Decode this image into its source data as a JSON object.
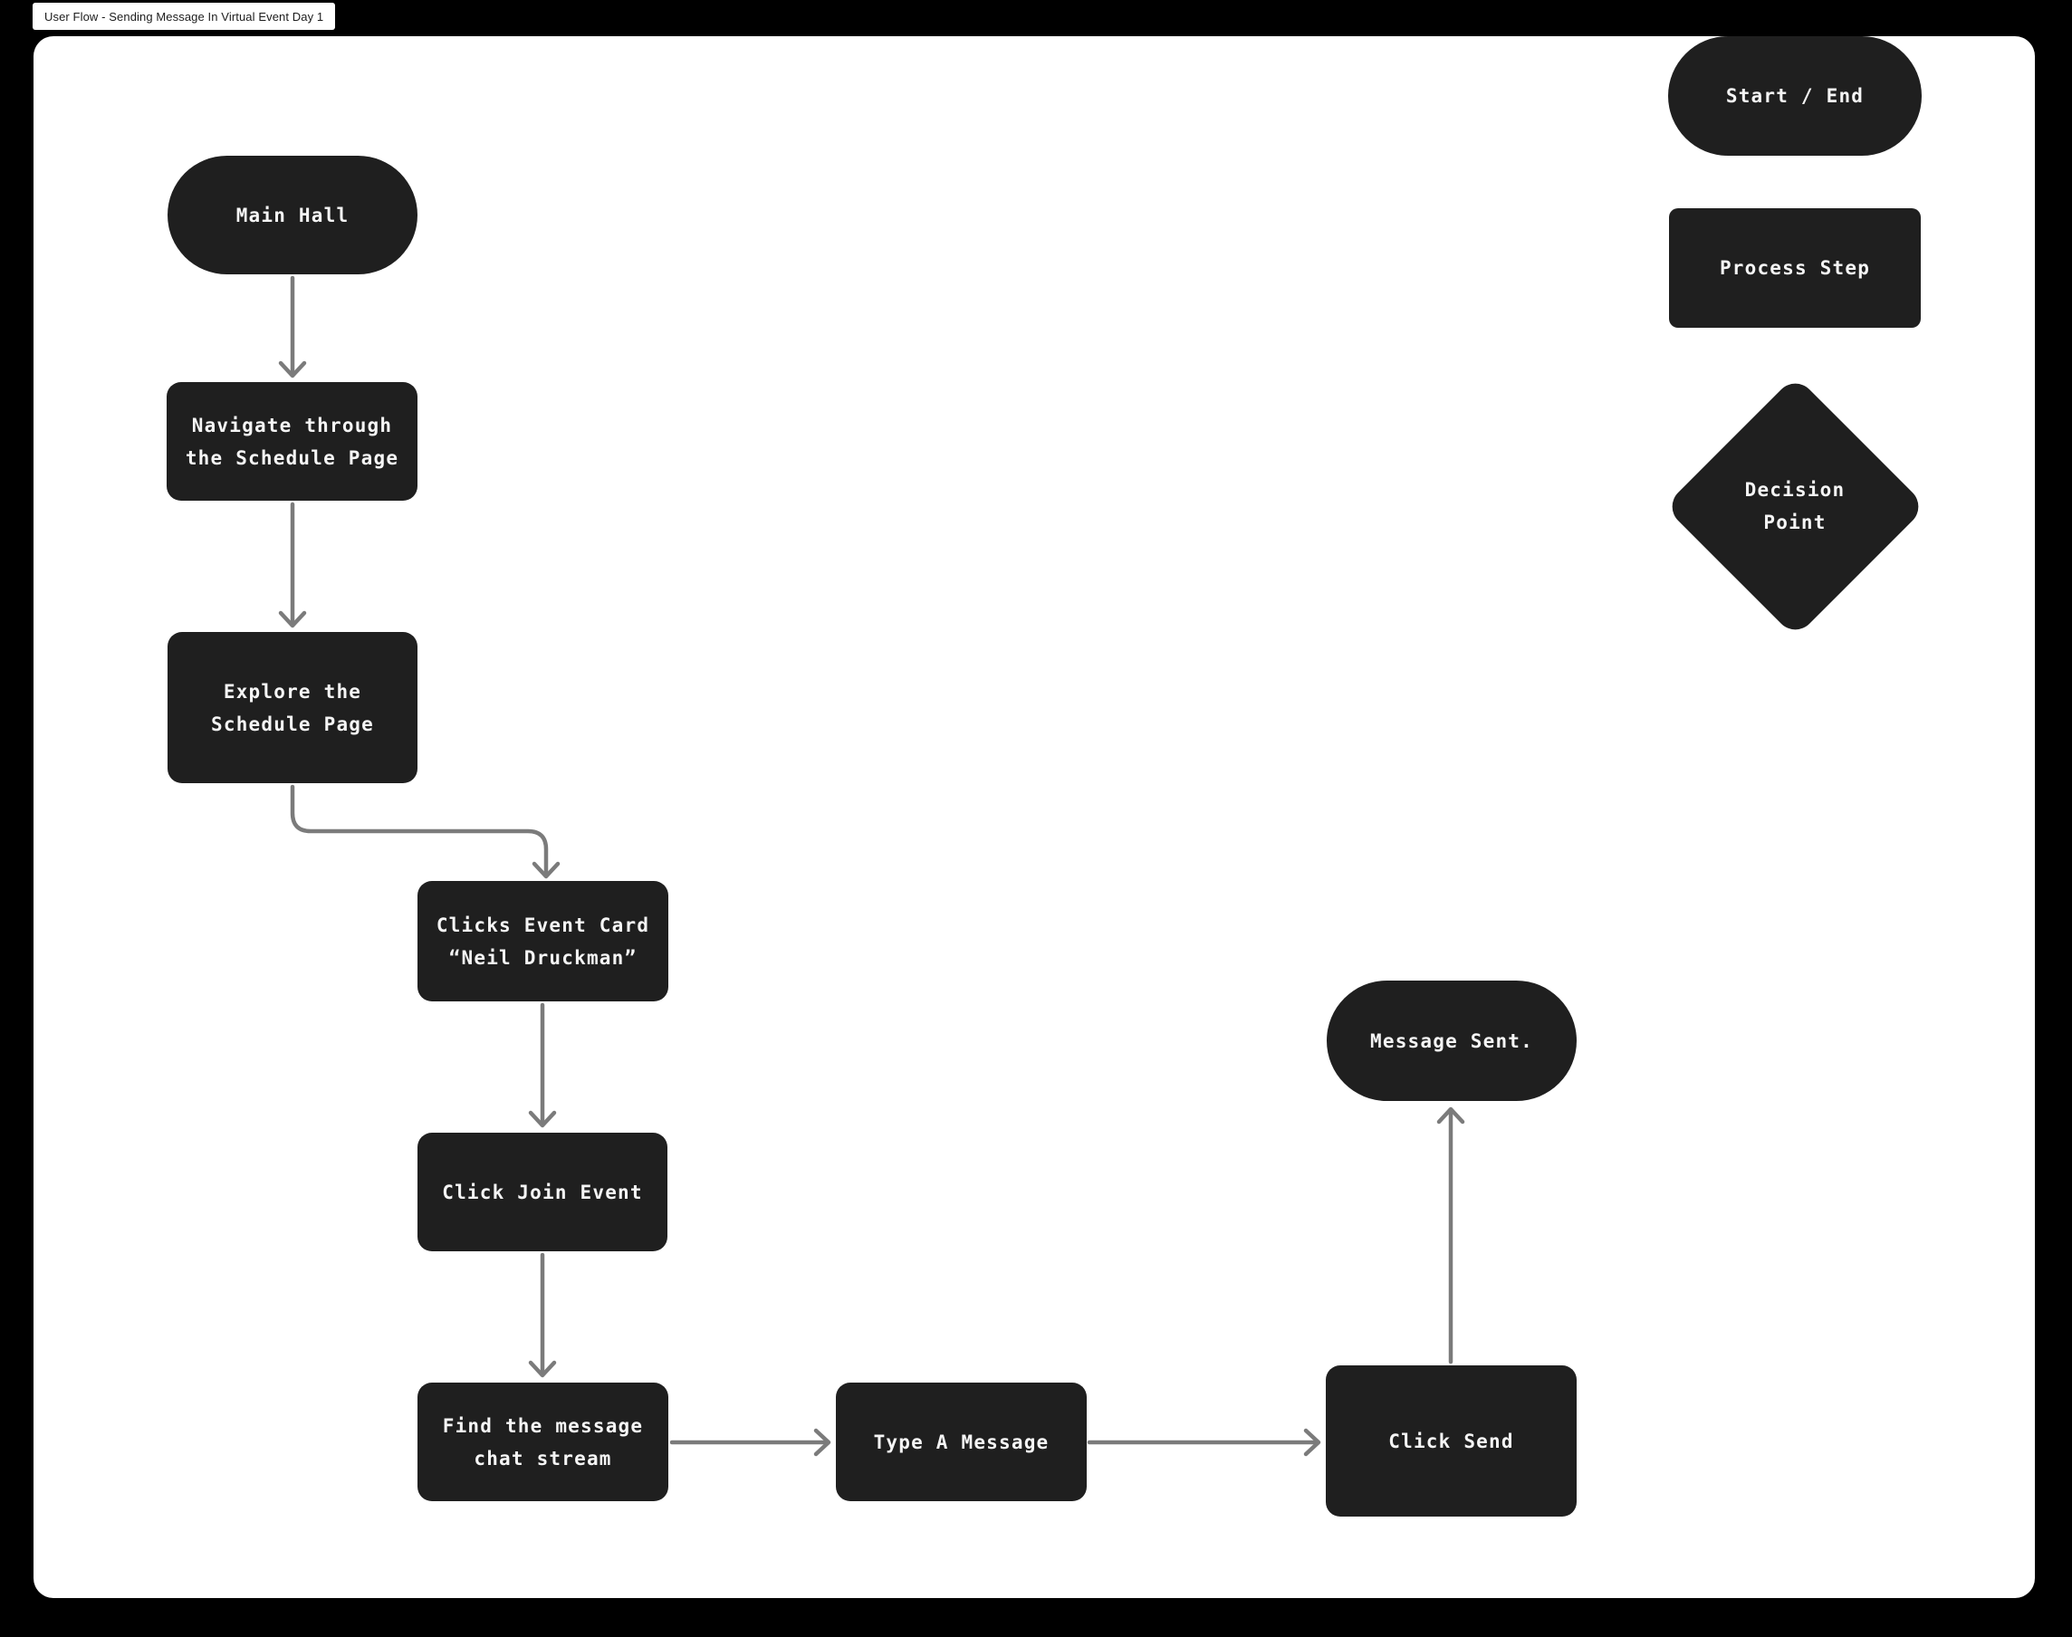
{
  "frame": {
    "title": "User Flow - Sending Message In Virtual Event Day 1"
  },
  "colors": {
    "background": "#000000",
    "canvas": "#ffffff",
    "node_fill": "#1f1f1f",
    "node_text": "#f5f5f5",
    "connector": "#7b7b7b",
    "frame_label_bg": "#ffffff",
    "frame_label_text": "#1c1c1c"
  },
  "flow": {
    "nodes": [
      {
        "id": "main-hall",
        "type": "terminator",
        "label": "Main Hall"
      },
      {
        "id": "navigate-schedule",
        "type": "process",
        "label": "Navigate through\nthe Schedule Page"
      },
      {
        "id": "explore-schedule",
        "type": "process",
        "label": "Explore the\nSchedule Page"
      },
      {
        "id": "clicks-event-card",
        "type": "process",
        "label": "Clicks Event Card\n“Neil Druckman”"
      },
      {
        "id": "click-join-event",
        "type": "process",
        "label": "Click Join Event"
      },
      {
        "id": "find-chat-stream",
        "type": "process",
        "label": "Find the message\nchat stream"
      },
      {
        "id": "type-a-message",
        "type": "process",
        "label": "Type A Message"
      },
      {
        "id": "click-send",
        "type": "process",
        "label": "Click Send"
      },
      {
        "id": "message-sent",
        "type": "terminator",
        "label": "Message Sent."
      }
    ],
    "edges": [
      "main-hall -> navigate-schedule",
      "navigate-schedule -> explore-schedule",
      "explore-schedule -> clicks-event-card",
      "clicks-event-card -> click-join-event",
      "click-join-event -> find-chat-stream",
      "find-chat-stream -> type-a-message",
      "type-a-message -> click-send",
      "click-send -> message-sent"
    ]
  },
  "legend": {
    "start_end": "Start / End",
    "process_step": "Process Step",
    "decision_point": "Decision\nPoint"
  }
}
